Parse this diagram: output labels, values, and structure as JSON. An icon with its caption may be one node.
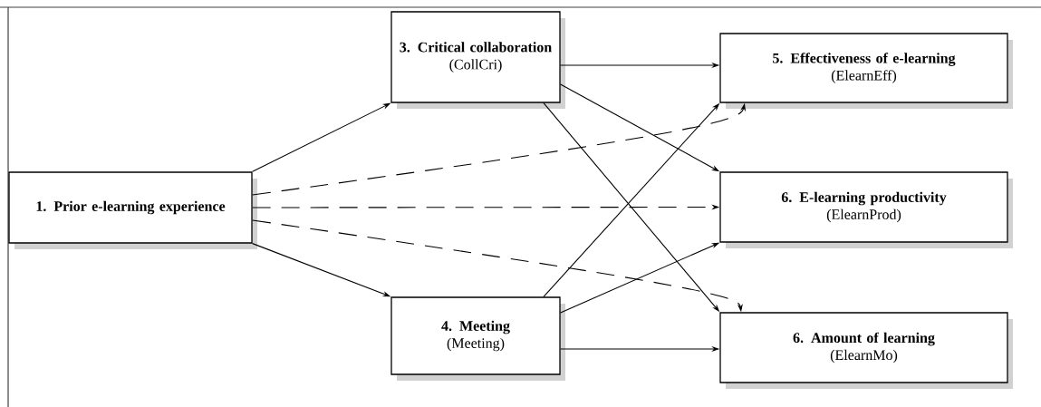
{
  "diagram": {
    "nodes": [
      {
        "text": [
          "1. Prior e-learning experience"
        ]
      },
      {
        "text": [
          "3. Critical collaboration",
          "(CollCri)"
        ]
      },
      {
        "text": [
          "4. Meeting",
          "(Meeting)"
        ]
      },
      {
        "text": [
          "5. Effectiveness of e-learning",
          "(ElearnEff)"
        ]
      },
      {
        "text": [
          "6. E-learning productivity",
          "(ElearnProd)"
        ]
      },
      {
        "text": [
          "6. Amount of learning",
          "(ElearnMo)"
        ]
      }
    ],
    "edges": [
      {
        "from": 0,
        "to": 1,
        "arrow": "to"
      },
      {
        "from": 0,
        "to": 2,
        "arrow": "to"
      },
      {
        "from": 0,
        "to": 3,
        "arrow": "to",
        "style": "dashed"
      },
      {
        "from": 0,
        "to": 4,
        "arrow": "to",
        "style": "dashed"
      },
      {
        "from": 0,
        "to": 5,
        "arrow": "to",
        "style": "dashed"
      },
      {
        "from": 1,
        "to": 3,
        "arrow": "to"
      },
      {
        "from": 1,
        "to": 4,
        "arrow": "to"
      },
      {
        "from": 1,
        "to": 5,
        "arrow": "to"
      },
      {
        "from": 2,
        "to": 3,
        "arrow": "to"
      },
      {
        "from": 2,
        "to": 4,
        "arrow": "to"
      },
      {
        "from": 2,
        "to": 5,
        "arrow": "to"
      }
    ]
  }
}
